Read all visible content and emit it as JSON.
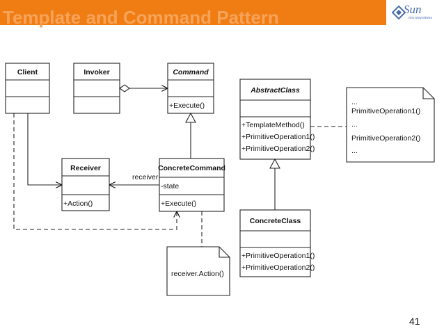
{
  "slide": {
    "title": "Template and Command Pattern",
    "page_number": "41",
    "brand": "Sun",
    "brand_sub": "microsystems",
    "colors": {
      "title_bar": "#f07d14",
      "title_text": "#f6a35a",
      "brand": "#4a6da8"
    }
  },
  "diagram": {
    "classes": {
      "client": {
        "name": "Client"
      },
      "invoker": {
        "name": "Invoker"
      },
      "command": {
        "name": "Command",
        "methods": [
          "+Execute()"
        ]
      },
      "receiver": {
        "name": "Receiver",
        "methods": [
          "+Action()"
        ]
      },
      "concrete_command": {
        "name": "ConcreteCommand",
        "attributes": [
          "-state"
        ],
        "methods": [
          "+Execute()"
        ]
      },
      "abstract_class": {
        "name": "AbstractClass",
        "methods": [
          "+TemplateMethod()",
          "+PrimitiveOperation1()",
          "+PrimitiveOperation2()"
        ]
      },
      "concrete_class": {
        "name": "ConcreteClass",
        "methods": [
          "+PrimitiveOperation1()",
          "+PrimitiveOperation2()"
        ]
      }
    },
    "notes": {
      "template_note": [
        "...",
        "PrimitiveOperation1()",
        "...",
        "PrimitiveOperation2()",
        "..."
      ],
      "command_note": [
        "receiver.Action()"
      ]
    },
    "association_labels": {
      "receiver": "receiver"
    }
  }
}
